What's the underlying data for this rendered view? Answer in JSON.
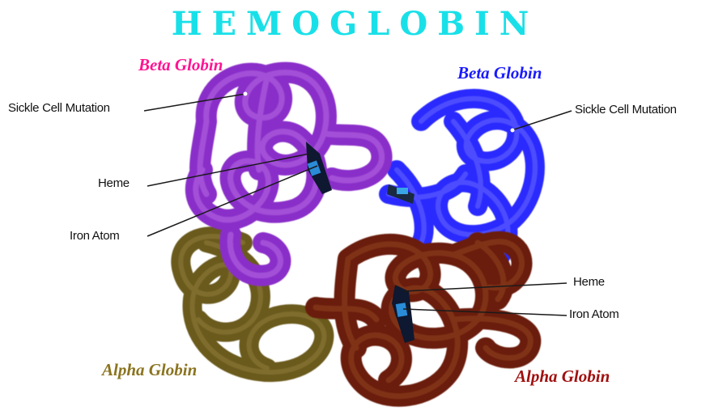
{
  "title": "HEMOGLOBIN",
  "labels": {
    "beta_left": "Beta Globin",
    "beta_right": "Beta Globin",
    "alpha_left": "Alpha Globin",
    "alpha_right": "Alpha Globin",
    "sickle_left": "Sickle Cell Mutation",
    "sickle_right": "Sickle Cell Mutation",
    "heme_left": "Heme",
    "iron_left": "Iron Atom",
    "heme_right": "Heme",
    "iron_right": "Iron Atom"
  },
  "colors": {
    "title": "#19e0e8",
    "beta_left": "#ff1493",
    "beta_right": "#1a1aff",
    "alpha_left": "#8b7420",
    "alpha_right": "#a01010",
    "beta_left_tube": "#8a2fc9",
    "beta_right_tube": "#2a2aff",
    "alpha_left_tube": "#6b5a1e",
    "alpha_right_tube": "#6a1e08"
  }
}
